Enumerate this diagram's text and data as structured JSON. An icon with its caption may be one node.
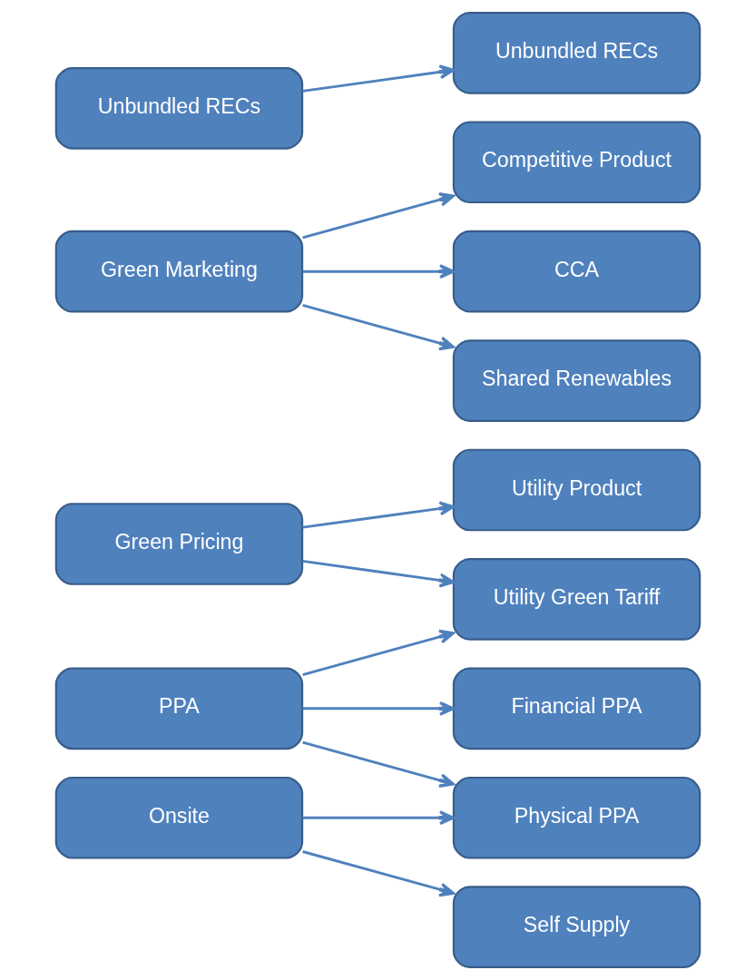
{
  "diagram": {
    "nodes": [
      {
        "text": [
          "Unbundled RECs"
        ]
      },
      {
        "text": [
          "Green Marketing"
        ]
      },
      {
        "text": [
          "Green Pricing"
        ]
      },
      {
        "text": [
          "PPA"
        ]
      },
      {
        "text": [
          "Onsite"
        ]
      },
      {
        "text": [
          "Unbundled RECs"
        ]
      },
      {
        "text": [
          "Competitive Product"
        ]
      },
      {
        "text": [
          "CCA"
        ]
      },
      {
        "text": [
          "Shared Renewables"
        ]
      },
      {
        "text": [
          "Utility Product"
        ]
      },
      {
        "text": [
          "Utility Green Tariff"
        ]
      },
      {
        "text": [
          "Financial PPA"
        ]
      },
      {
        "text": [
          "Physical PPA"
        ]
      },
      {
        "text": [
          "Self Supply"
        ]
      }
    ],
    "edges": [
      {
        "from": 0,
        "to": 5,
        "arrow": "to"
      },
      {
        "from": 1,
        "to": 6,
        "arrow": "to"
      },
      {
        "from": 1,
        "to": 7,
        "arrow": "to"
      },
      {
        "from": 1,
        "to": 8,
        "arrow": "to"
      },
      {
        "from": 2,
        "to": 9,
        "arrow": "to"
      },
      {
        "from": 2,
        "to": 10,
        "arrow": "to"
      },
      {
        "from": 3,
        "to": 10,
        "arrow": "to"
      },
      {
        "from": 3,
        "to": 11,
        "arrow": "to"
      },
      {
        "from": 3,
        "to": 12,
        "arrow": "to"
      },
      {
        "from": 4,
        "to": 12,
        "arrow": "to"
      },
      {
        "from": 4,
        "to": 13,
        "arrow": "to"
      }
    ]
  }
}
